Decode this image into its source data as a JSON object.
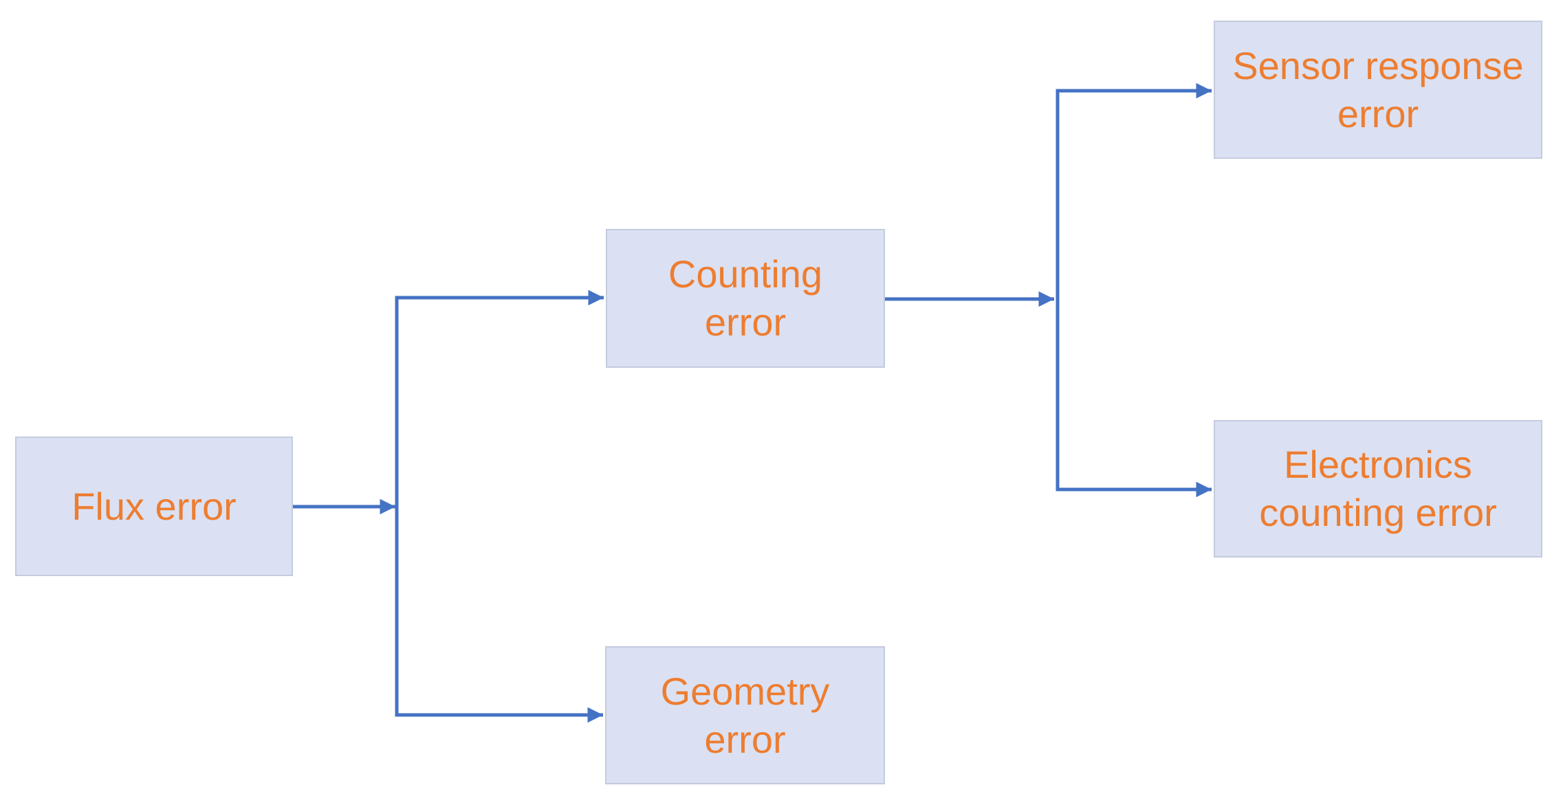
{
  "colors": {
    "box_fill": "#dbe1f2",
    "box_border": "#c5cbde",
    "connector": "#4472c4",
    "label_text": "#ed7d31",
    "background": "#ffffff"
  },
  "nodes": {
    "flux": {
      "label": "Flux error"
    },
    "counting": {
      "label": "Counting\nerror"
    },
    "geometry": {
      "label": "Geometry\nerror"
    },
    "sensor": {
      "label": "Sensor response\nerror"
    },
    "electronics": {
      "label": "Electronics\ncounting error"
    }
  },
  "edges": [
    {
      "from": "flux",
      "to": "counting"
    },
    {
      "from": "flux",
      "to": "geometry"
    },
    {
      "from": "counting",
      "to": "sensor"
    },
    {
      "from": "counting",
      "to": "electronics"
    }
  ]
}
